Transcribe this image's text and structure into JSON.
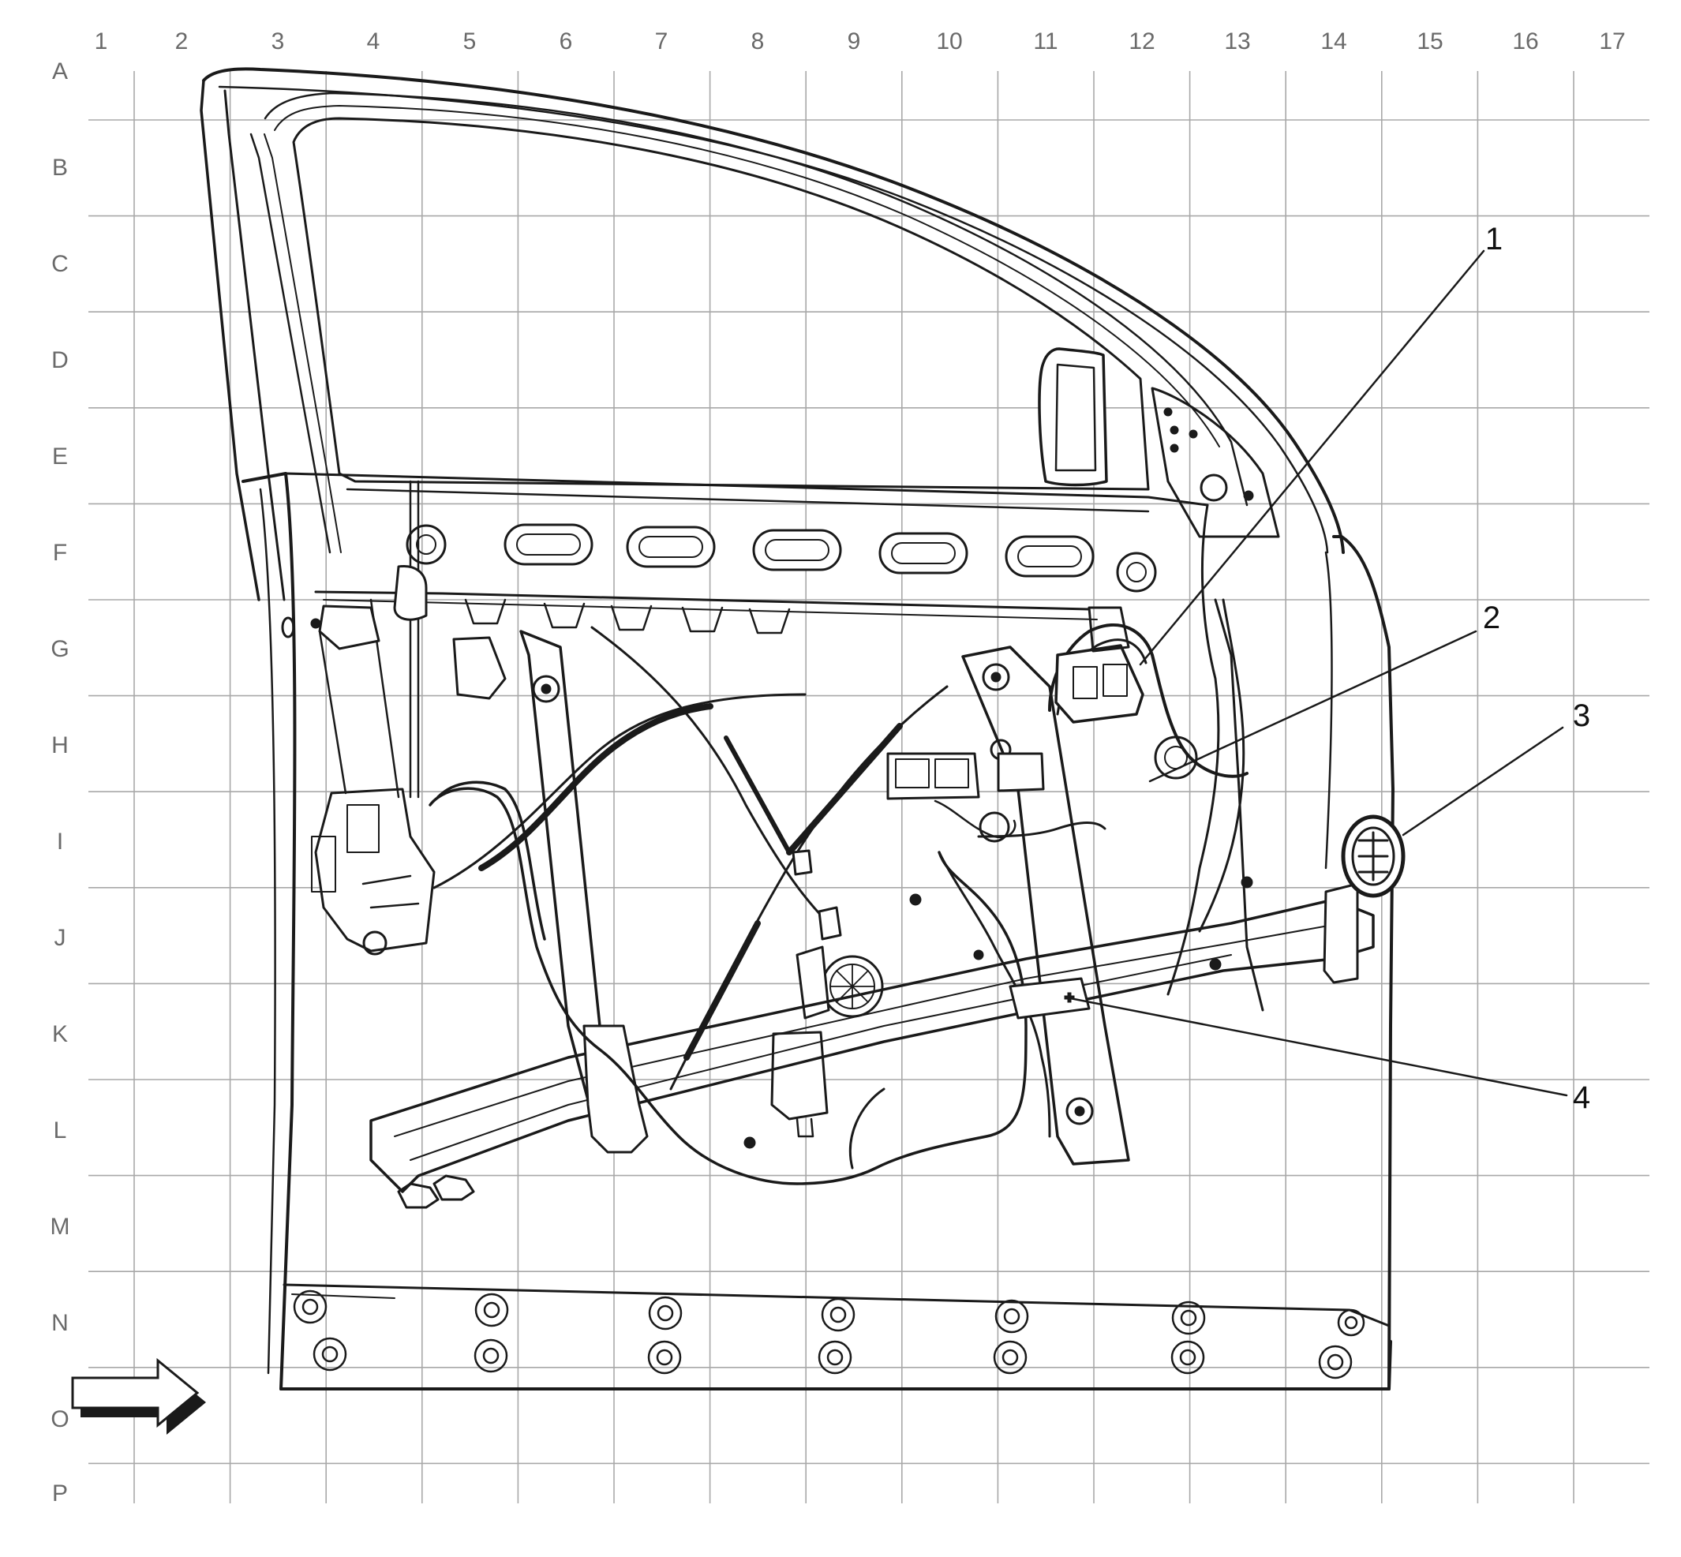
{
  "grid": {
    "columns": [
      "1",
      "2",
      "3",
      "4",
      "5",
      "6",
      "7",
      "8",
      "9",
      "10",
      "11",
      "12",
      "13",
      "14",
      "15",
      "16",
      "17"
    ],
    "rows": [
      "A",
      "B",
      "C",
      "D",
      "E",
      "F",
      "G",
      "H",
      "I",
      "J",
      "K",
      "L",
      "M",
      "N",
      "O",
      "P"
    ]
  },
  "callouts": [
    {
      "number": "1"
    },
    {
      "number": "2"
    },
    {
      "number": "3"
    },
    {
      "number": "4"
    }
  ],
  "colors": {
    "ink": "#1a1a1a",
    "grid": "#a8a8a8",
    "label": "#6a6a6a"
  }
}
